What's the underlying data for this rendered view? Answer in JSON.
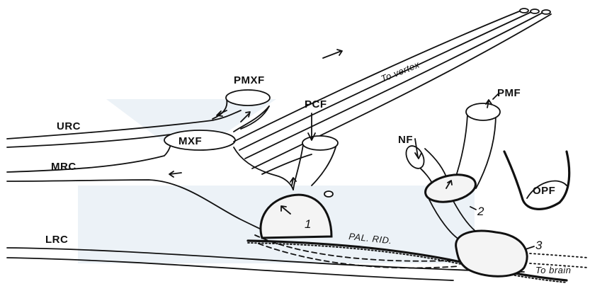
{
  "labels": {
    "urc": "URC",
    "mrc": "MRC",
    "lrc": "LRC",
    "pmxf": "PMXF",
    "mxf": "MXF",
    "pcf": "PCF",
    "pmf": "PMF",
    "nf": "NF",
    "opf": "OPF",
    "to_vertex": "To vertex",
    "pal_rid": "PAL. RID.",
    "to_brain": "To brain",
    "num_1": "1",
    "num_2": "2",
    "num_3": "3"
  },
  "colors": {
    "ink": "#111111",
    "watermark": "#dfe9f2"
  }
}
